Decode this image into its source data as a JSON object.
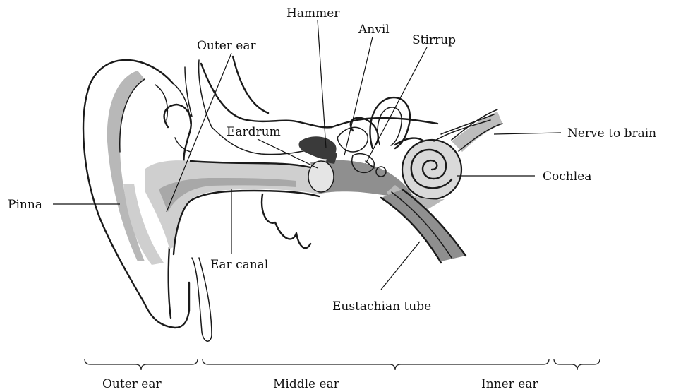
{
  "labels": {
    "hammer": "Hammer",
    "anvil": "Anvil",
    "stirrup": "Stirrup",
    "outer_ear_top": "Outer ear",
    "eardrum": "Eardrum",
    "nerve_to_brain": "Nerve to brain",
    "cochlea": "Cochlea",
    "pinna": "Pinna",
    "ear_canal": "Ear canal",
    "eustachian_tube": "Eustachian tube"
  },
  "sections": {
    "outer": "Outer ear",
    "middle": "Middle ear",
    "inner": "Inner ear"
  },
  "colors": {
    "tissue_light": "#d9d9d9",
    "tissue_mid": "#b8b8b8",
    "tissue_dark": "#8f8f8f",
    "bone_dark": "#3a3a3a",
    "line": "#1a1a1a"
  }
}
